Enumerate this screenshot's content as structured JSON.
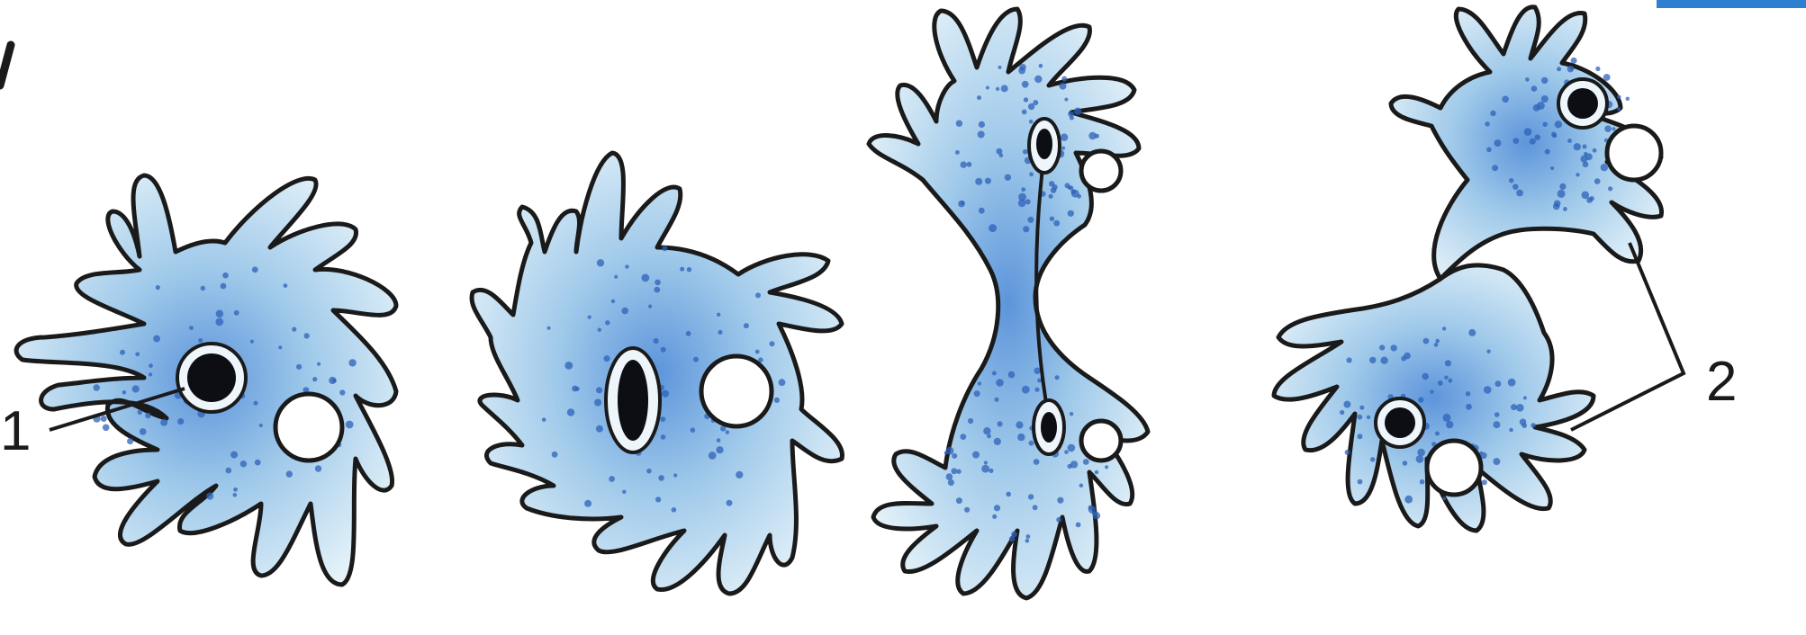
{
  "diagram": {
    "labels": [
      {
        "id": "label-1",
        "text": "1"
      },
      {
        "id": "label-2",
        "text": "2"
      }
    ],
    "colors": {
      "outline": "#1a1a1a",
      "cytoplasm_light": "#d9eef6",
      "cytoplasm_dark": "#3f7fd0",
      "granule": "#2d62b8",
      "vacuole": "#ffffff",
      "nucleus": "#0d0d14",
      "corner_accent": "#2f7fd1"
    },
    "stages": [
      {
        "id": "stage-1",
        "nuclei": 1,
        "vacuoles": 1
      },
      {
        "id": "stage-2",
        "nuclei": 1,
        "vacuoles": 1
      },
      {
        "id": "stage-3",
        "nuclei": 2,
        "vacuoles": 2
      },
      {
        "id": "stage-4",
        "nuclei": 2,
        "vacuoles": 2
      }
    ]
  }
}
